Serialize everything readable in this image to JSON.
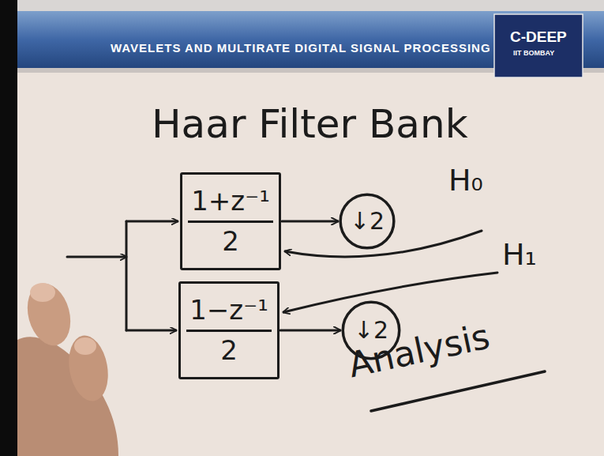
{
  "diagram": {
    "title": "Haar Filter Bank",
    "nodes": [
      {
        "text": [
          "1+z⁻¹",
          "2"
        ]
      },
      {
        "text": [
          "↓2"
        ]
      },
      {
        "text": [
          "1−z⁻¹",
          "2"
        ]
      },
      {
        "text": [
          "↓2"
        ]
      }
    ],
    "edges": [
      {
        "from": 0,
        "to": 1,
        "arrow": "to"
      },
      {
        "from": 2,
        "to": 3,
        "arrow": "to"
      }
    ],
    "labels": [
      "WAVELETS AND MULTIRATE DIGITAL SIGNAL PROCESSING",
      "C-DEEP",
      "IIT BOMBAY",
      "H₀",
      "H₁",
      "Analysis"
    ]
  }
}
